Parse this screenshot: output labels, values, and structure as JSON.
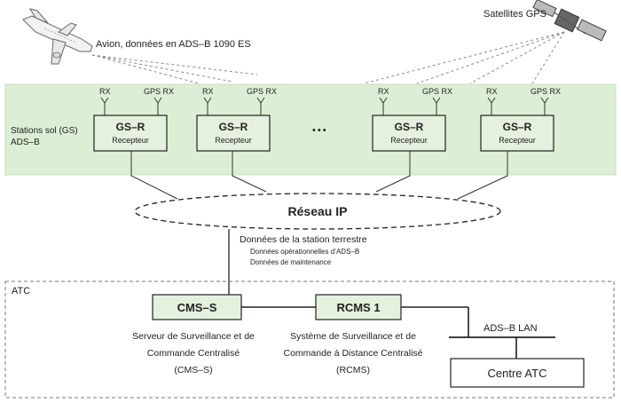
{
  "aircraft": {
    "label": "Avion, données en ADS–B 1090 ES"
  },
  "satellite": {
    "label": "Satellites GPS"
  },
  "ground_band": {
    "label_line1": "Stations sol (GS)",
    "label_line2": "ADS–B"
  },
  "ellipsis": "•••",
  "stations": [
    {
      "title": "GS–R",
      "subtitle": "Recepteur",
      "rx_label": "RX",
      "gps_label": "GPS RX"
    },
    {
      "title": "GS–R",
      "subtitle": "Recepteur",
      "rx_label": "RX",
      "gps_label": "GPS RX"
    },
    {
      "title": "GS–R",
      "subtitle": "Recepteur",
      "rx_label": "RX",
      "gps_label": "GPS RX"
    },
    {
      "title": "GS–R",
      "subtitle": "Recepteur",
      "rx_label": "RX",
      "gps_label": "GPS RX"
    }
  ],
  "network": {
    "label": "Réseau IP"
  },
  "station_data": {
    "title": "Données de la station terrestre",
    "line1": "Données opérationnelles d’ADS–B",
    "line2": "Données de maintenance"
  },
  "atc": {
    "label": "ATC",
    "cms": {
      "title": "CMS–S",
      "desc1": "Serveur de Surveillance et de",
      "desc2": "Commande Centralisé",
      "desc3": "(CMS–S)"
    },
    "rcms": {
      "title": "RCMS 1",
      "desc1": "Système de Surveillance et de",
      "desc2": "Commande à Distance Centralisé",
      "desc3": "(RCMS)"
    },
    "lan": {
      "label": "ADS–B LAN"
    },
    "centre": {
      "label": "Centre ATC"
    }
  },
  "colors": {
    "band": "#dcefd4",
    "box": "#e4f1df",
    "line": "#222222",
    "dash": "#8a8a8a"
  }
}
